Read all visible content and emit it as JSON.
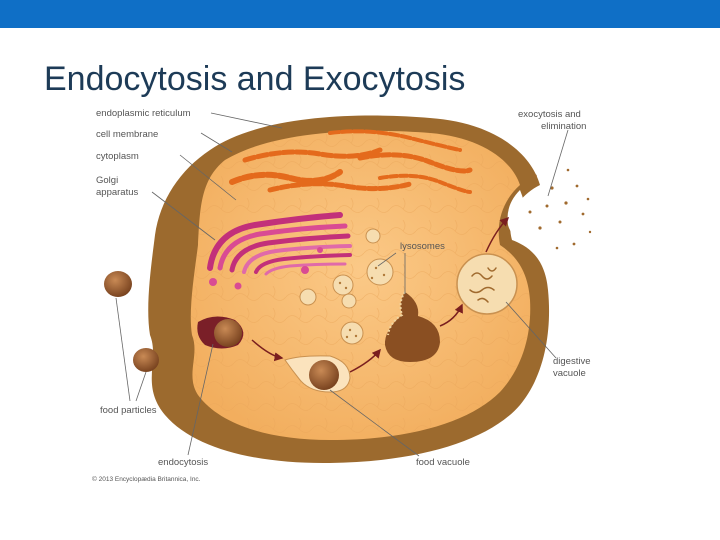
{
  "slide": {
    "title": "Endocytosis and Exocytosis",
    "accent_color": "#0f6fc6"
  },
  "diagram": {
    "labels": {
      "endoplasmic_reticulum": "endoplasmic reticulum",
      "cell_membrane": "cell membrane",
      "cytoplasm": "cytoplasm",
      "golgi_line1": "Golgi",
      "golgi_line2": "apparatus",
      "lysosomes": "lysosomes",
      "exocytosis_line1": "exocytosis and",
      "exocytosis_line2": "elimination",
      "digestive_line1": "digestive",
      "digestive_line2": "vacuole",
      "food_particles": "food particles",
      "endocytosis": "endocytosis",
      "food_vacuole": "food vacuole"
    },
    "copyright": "© 2013 Encyclopædia Britannica, Inc."
  }
}
